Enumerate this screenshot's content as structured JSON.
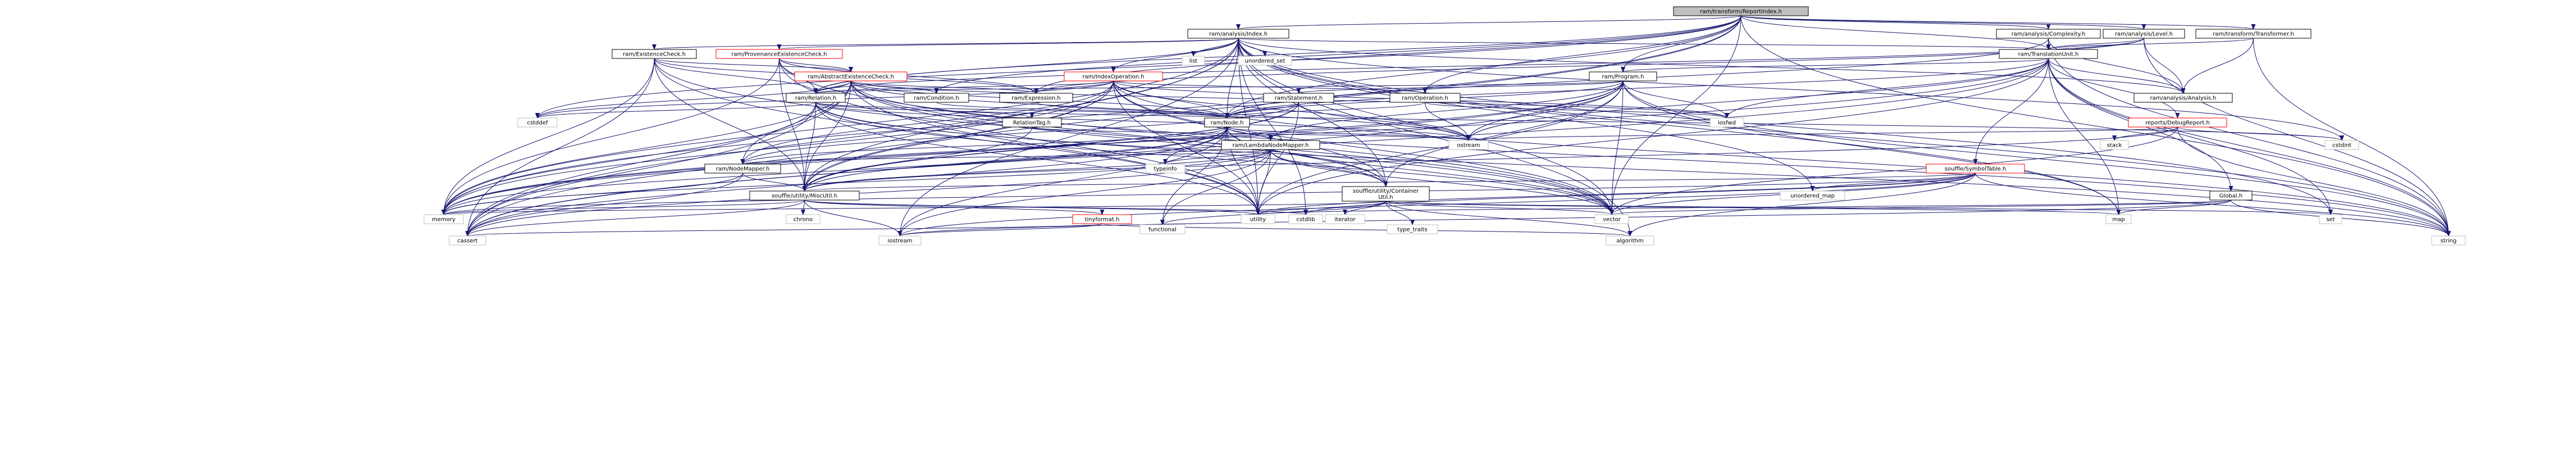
{
  "diagram": {
    "type": "include-dependency-graph",
    "colors": {
      "edge": "#191970",
      "root_fill": "#bfbfbf",
      "root_stroke": "#000000",
      "node_fill": "#ffffff",
      "node_stroke": "#000000",
      "red_node_stroke": "#ff0000",
      "lib_stroke": "#bfbfbf",
      "lib_text": "#404040"
    },
    "nodes": [
      {
        "id": "root",
        "label": "ram/transform/ReportIndex.h",
        "kind": "root"
      },
      {
        "id": "index",
        "label": "ram/analysis/Index.h",
        "kind": "header"
      },
      {
        "id": "complexity",
        "label": "ram/analysis/Complexity.h",
        "kind": "header"
      },
      {
        "id": "level",
        "label": "ram/analysis/Level.h",
        "kind": "header"
      },
      {
        "id": "transformer",
        "label": "ram/transform/Transformer.h",
        "kind": "header"
      },
      {
        "id": "tu",
        "label": "ram/TranslationUnit.h",
        "kind": "header"
      },
      {
        "id": "existence",
        "label": "ram/ExistenceCheck.h",
        "kind": "header"
      },
      {
        "id": "provenance",
        "label": "ram/ProvenanceExistenceCheck.h",
        "kind": "red"
      },
      {
        "id": "abstractexist",
        "label": "ram/AbstractExistenceCheck.h",
        "kind": "red"
      },
      {
        "id": "indexop",
        "label": "ram/IndexOperation.h",
        "kind": "red"
      },
      {
        "id": "program",
        "label": "ram/Program.h",
        "kind": "header"
      },
      {
        "id": "analysis",
        "label": "ram/analysis/Analysis.h",
        "kind": "header"
      },
      {
        "id": "statement",
        "label": "ram/Statement.h",
        "kind": "header"
      },
      {
        "id": "relation",
        "label": "ram/Relation.h",
        "kind": "header"
      },
      {
        "id": "condition",
        "label": "ram/Condition.h",
        "kind": "header"
      },
      {
        "id": "expression",
        "label": "ram/Expression.h",
        "kind": "header"
      },
      {
        "id": "operation",
        "label": "ram/Operation.h",
        "kind": "header"
      },
      {
        "id": "node",
        "label": "ram/Node.h",
        "kind": "header"
      },
      {
        "id": "relationtag",
        "label": "RelationTag.h",
        "kind": "header"
      },
      {
        "id": "lambda",
        "label": "ram/LambdaNodeMapper.h",
        "kind": "header"
      },
      {
        "id": "nodemapper",
        "label": "ram/NodeMapper.h",
        "kind": "header"
      },
      {
        "id": "miscutil",
        "label": "souffle/utility/MiscUtil.h",
        "kind": "header"
      },
      {
        "id": "container",
        "label": "souffle/utility/Container\nUtil.h",
        "kind": "header"
      },
      {
        "id": "tinyformat",
        "label": "tinyformat.h",
        "kind": "red"
      },
      {
        "id": "debugreport",
        "label": "reports/DebugReport.h",
        "kind": "red"
      },
      {
        "id": "symboltable",
        "label": "souffle/SymbolTable.h",
        "kind": "red"
      },
      {
        "id": "global",
        "label": "Global.h",
        "kind": "header"
      },
      {
        "id": "list",
        "label": "list",
        "kind": "lib"
      },
      {
        "id": "unordered_set",
        "label": "unordered_set",
        "kind": "lib"
      },
      {
        "id": "cstddef",
        "label": "cstddef",
        "kind": "lib"
      },
      {
        "id": "iosfwd",
        "label": "iosfwd",
        "kind": "lib"
      },
      {
        "id": "ostream",
        "label": "ostream",
        "kind": "lib"
      },
      {
        "id": "typeinfo",
        "label": "typeinfo",
        "kind": "lib"
      },
      {
        "id": "cstdint",
        "label": "cstdint",
        "kind": "lib"
      },
      {
        "id": "stack",
        "label": "stack",
        "kind": "lib"
      },
      {
        "id": "unordered_map",
        "label": "unordered_map",
        "kind": "lib"
      },
      {
        "id": "chrono",
        "label": "chrono",
        "kind": "lib"
      },
      {
        "id": "memory",
        "label": "memory",
        "kind": "lib"
      },
      {
        "id": "utility",
        "label": "utility",
        "kind": "lib"
      },
      {
        "id": "cstdlib",
        "label": "cstdlib",
        "kind": "lib"
      },
      {
        "id": "functional",
        "label": "functional",
        "kind": "lib"
      },
      {
        "id": "iterator",
        "label": "iterator",
        "kind": "lib"
      },
      {
        "id": "type_traits",
        "label": "type_traits",
        "kind": "lib"
      },
      {
        "id": "vector",
        "label": "vector",
        "kind": "lib"
      },
      {
        "id": "map",
        "label": "map",
        "kind": "lib"
      },
      {
        "id": "set",
        "label": "set",
        "kind": "lib"
      },
      {
        "id": "cassert",
        "label": "cassert",
        "kind": "lib"
      },
      {
        "id": "iostream",
        "label": "iostream",
        "kind": "lib"
      },
      {
        "id": "algorithm",
        "label": "algorithm",
        "kind": "lib"
      },
      {
        "id": "string",
        "label": "string",
        "kind": "lib"
      }
    ],
    "edges": [
      [
        "root",
        "index"
      ],
      [
        "root",
        "complexity"
      ],
      [
        "root",
        "level"
      ],
      [
        "root",
        "transformer"
      ],
      [
        "root",
        "tu"
      ],
      [
        "root",
        "program"
      ],
      [
        "root",
        "relation"
      ],
      [
        "root",
        "condition"
      ],
      [
        "root",
        "expression"
      ],
      [
        "root",
        "operation"
      ],
      [
        "root",
        "node"
      ],
      [
        "root",
        "miscutil"
      ],
      [
        "root",
        "memory"
      ],
      [
        "root",
        "cstddef"
      ],
      [
        "root",
        "string"
      ],
      [
        "root",
        "vector"
      ],
      [
        "index",
        "list"
      ],
      [
        "index",
        "unordered_set"
      ],
      [
        "index",
        "existence"
      ],
      [
        "index",
        "provenance"
      ],
      [
        "index",
        "indexop"
      ],
      [
        "index",
        "relation"
      ],
      [
        "index",
        "node"
      ],
      [
        "index",
        "analysis"
      ],
      [
        "index",
        "tu"
      ],
      [
        "index",
        "miscutil"
      ],
      [
        "index",
        "container"
      ],
      [
        "index",
        "cassert"
      ],
      [
        "index",
        "map"
      ],
      [
        "index",
        "set"
      ],
      [
        "index",
        "string"
      ],
      [
        "index",
        "vector"
      ],
      [
        "index",
        "iostream"
      ],
      [
        "index",
        "algorithm"
      ],
      [
        "index",
        "memory"
      ],
      [
        "index",
        "utility"
      ],
      [
        "index",
        "cstdint"
      ],
      [
        "index",
        "cstdlib"
      ],
      [
        "index",
        "unordered_map"
      ],
      [
        "complexity",
        "analysis"
      ],
      [
        "complexity",
        "tu"
      ],
      [
        "complexity",
        "node"
      ],
      [
        "complexity",
        "string"
      ],
      [
        "level",
        "analysis"
      ],
      [
        "level",
        "tu"
      ],
      [
        "level",
        "relation"
      ],
      [
        "level",
        "expression"
      ],
      [
        "level",
        "string"
      ],
      [
        "transformer",
        "tu"
      ],
      [
        "transformer",
        "analysis"
      ],
      [
        "transformer",
        "string"
      ],
      [
        "tu",
        "program"
      ],
      [
        "tu",
        "analysis"
      ],
      [
        "tu",
        "debugreport"
      ],
      [
        "tu",
        "symboltable"
      ],
      [
        "tu",
        "global"
      ],
      [
        "tu",
        "node"
      ],
      [
        "tu",
        "cassert"
      ],
      [
        "tu",
        "map"
      ],
      [
        "tu",
        "memory"
      ],
      [
        "tu",
        "set"
      ],
      [
        "tu",
        "string"
      ],
      [
        "tu",
        "utility"
      ],
      [
        "tu",
        "iosfwd"
      ],
      [
        "tu",
        "ostream"
      ],
      [
        "existence",
        "abstractexist"
      ],
      [
        "existence",
        "expression"
      ],
      [
        "existence",
        "relation"
      ],
      [
        "existence",
        "miscutil"
      ],
      [
        "existence",
        "memory"
      ],
      [
        "existence",
        "utility"
      ],
      [
        "existence",
        "vector"
      ],
      [
        "existence",
        "cassert"
      ],
      [
        "provenance",
        "abstractexist"
      ],
      [
        "provenance",
        "expression"
      ],
      [
        "provenance",
        "relation"
      ],
      [
        "provenance",
        "miscutil"
      ],
      [
        "provenance",
        "memory"
      ],
      [
        "provenance",
        "utility"
      ],
      [
        "provenance",
        "vector"
      ],
      [
        "abstractexist",
        "condition"
      ],
      [
        "abstractexist",
        "expression"
      ],
      [
        "abstractexist",
        "relation"
      ],
      [
        "abstractexist",
        "node"
      ],
      [
        "abstractexist",
        "nodemapper"
      ],
      [
        "abstractexist",
        "miscutil"
      ],
      [
        "abstractexist",
        "container"
      ],
      [
        "abstractexist",
        "memory"
      ],
      [
        "abstractexist",
        "ostream"
      ],
      [
        "abstractexist",
        "utility"
      ],
      [
        "abstractexist",
        "vector"
      ],
      [
        "abstractexist",
        "cassert"
      ],
      [
        "abstractexist",
        "cstddef"
      ],
      [
        "abstractexist",
        "iosfwd"
      ],
      [
        "abstractexist",
        "string"
      ],
      [
        "indexop",
        "expression"
      ],
      [
        "indexop",
        "relation"
      ],
      [
        "indexop",
        "operation"
      ],
      [
        "indexop",
        "node"
      ],
      [
        "indexop",
        "nodemapper"
      ],
      [
        "indexop",
        "miscutil"
      ],
      [
        "indexop",
        "container"
      ],
      [
        "indexop",
        "cassert"
      ],
      [
        "indexop",
        "memory"
      ],
      [
        "indexop",
        "ostream"
      ],
      [
        "indexop",
        "utility"
      ],
      [
        "indexop",
        "vector"
      ],
      [
        "indexop",
        "cstddef"
      ],
      [
        "indexop",
        "iosfwd"
      ],
      [
        "indexop",
        "string"
      ],
      [
        "program",
        "statement"
      ],
      [
        "program",
        "relation"
      ],
      [
        "program",
        "node"
      ],
      [
        "program",
        "lambda"
      ],
      [
        "program",
        "miscutil"
      ],
      [
        "program",
        "container"
      ],
      [
        "program",
        "cassert"
      ],
      [
        "program",
        "map"
      ],
      [
        "program",
        "memory"
      ],
      [
        "program",
        "ostream"
      ],
      [
        "program",
        "utility"
      ],
      [
        "program",
        "vector"
      ],
      [
        "program",
        "iosfwd"
      ],
      [
        "program",
        "string"
      ],
      [
        "statement",
        "node"
      ],
      [
        "statement",
        "nodemapper"
      ],
      [
        "statement",
        "miscutil"
      ],
      [
        "statement",
        "memory"
      ],
      [
        "statement",
        "ostream"
      ],
      [
        "statement",
        "utility"
      ],
      [
        "relation",
        "relationtag"
      ],
      [
        "relation",
        "node"
      ],
      [
        "relation",
        "miscutil"
      ],
      [
        "relation",
        "container"
      ],
      [
        "relation",
        "cassert"
      ],
      [
        "relation",
        "cstddef"
      ],
      [
        "relation",
        "memory"
      ],
      [
        "relation",
        "ostream"
      ],
      [
        "relation",
        "string"
      ],
      [
        "relation",
        "utility"
      ],
      [
        "relation",
        "vector"
      ],
      [
        "relation",
        "cstdint"
      ],
      [
        "condition",
        "node"
      ],
      [
        "expression",
        "node"
      ],
      [
        "operation",
        "node"
      ],
      [
        "operation",
        "iosfwd"
      ],
      [
        "operation",
        "ostream"
      ],
      [
        "node",
        "lambda"
      ],
      [
        "node",
        "nodemapper"
      ],
      [
        "node",
        "miscutil"
      ],
      [
        "node",
        "container"
      ],
      [
        "node",
        "cassert"
      ],
      [
        "node",
        "functional"
      ],
      [
        "node",
        "iostream"
      ],
      [
        "node",
        "memory"
      ],
      [
        "node",
        "typeinfo"
      ],
      [
        "node",
        "utility"
      ],
      [
        "node",
        "vector"
      ],
      [
        "node",
        "ostream"
      ],
      [
        "relationtag",
        "miscutil"
      ],
      [
        "relationtag",
        "ostream"
      ],
      [
        "lambda",
        "nodemapper"
      ],
      [
        "lambda",
        "miscutil"
      ],
      [
        "lambda",
        "container"
      ],
      [
        "lambda",
        "functional"
      ],
      [
        "lambda",
        "memory"
      ],
      [
        "lambda",
        "typeinfo"
      ],
      [
        "lambda",
        "utility"
      ],
      [
        "lambda",
        "vector"
      ],
      [
        "lambda",
        "iostream"
      ],
      [
        "lambda",
        "cassert"
      ],
      [
        "nodemapper",
        "miscutil"
      ],
      [
        "nodemapper",
        "memory"
      ],
      [
        "nodemapper",
        "cassert"
      ],
      [
        "miscutil",
        "tinyformat"
      ],
      [
        "miscutil",
        "chrono"
      ],
      [
        "miscutil",
        "memory"
      ],
      [
        "miscutil",
        "utility"
      ],
      [
        "miscutil",
        "cassert"
      ],
      [
        "miscutil",
        "iostream"
      ],
      [
        "miscutil",
        "cstdlib"
      ],
      [
        "container",
        "functional"
      ],
      [
        "container",
        "iterator"
      ],
      [
        "container",
        "type_traits"
      ],
      [
        "container",
        "memory"
      ],
      [
        "container",
        "utility"
      ],
      [
        "container",
        "vector"
      ],
      [
        "container",
        "map"
      ],
      [
        "container",
        "set"
      ],
      [
        "container",
        "algorithm"
      ],
      [
        "tinyformat",
        "cassert"
      ],
      [
        "tinyformat",
        "iostream"
      ],
      [
        "tinyformat",
        "algorithm"
      ],
      [
        "debugreport",
        "ostream"
      ],
      [
        "debugreport",
        "stack"
      ],
      [
        "debugreport",
        "cstdint"
      ],
      [
        "debugreport",
        "string"
      ],
      [
        "debugreport",
        "vector"
      ],
      [
        "debugreport",
        "miscutil"
      ],
      [
        "symboltable",
        "miscutil"
      ],
      [
        "symboltable",
        "unordered_map"
      ],
      [
        "symboltable",
        "utility"
      ],
      [
        "symboltable",
        "vector"
      ],
      [
        "symboltable",
        "iostream"
      ],
      [
        "symboltable",
        "string"
      ],
      [
        "symboltable",
        "cstdlib"
      ],
      [
        "symboltable",
        "memory"
      ],
      [
        "symboltable",
        "algorithm"
      ],
      [
        "global",
        "map"
      ],
      [
        "global",
        "vector"
      ],
      [
        "global",
        "string"
      ],
      [
        "global",
        "utility"
      ],
      [
        "global",
        "iostream"
      ]
    ]
  }
}
